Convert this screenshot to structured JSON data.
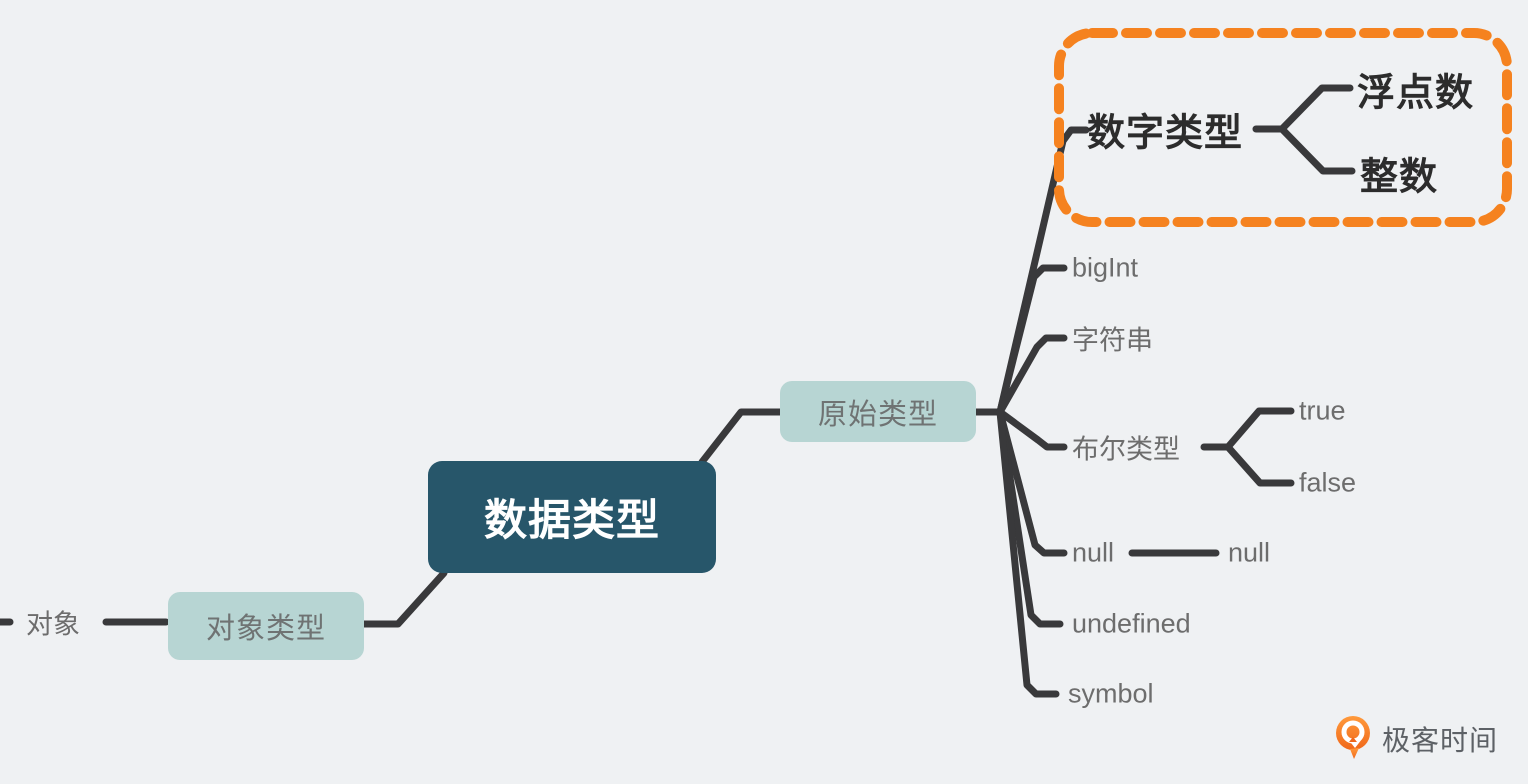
{
  "palette": {
    "background": "#eff1f3",
    "root_fill": "#27566a",
    "root_text": "#ffffff",
    "branch_fill": "#b7d5d3",
    "branch_text": "#6f7373",
    "leaf_text": "#6d6d6d",
    "emphasis_text": "#2c2c2c",
    "connector": "#39393b",
    "highlight_border": "#f5821f"
  },
  "nodes": {
    "root": {
      "label": "数据类型"
    },
    "primitive": {
      "label": "原始类型"
    },
    "object_type": {
      "label": "对象类型"
    },
    "object_leaf": {
      "label": "对象"
    },
    "number": {
      "label": "数字类型"
    },
    "float": {
      "label": "浮点数"
    },
    "integer": {
      "label": "整数"
    },
    "bigint": {
      "label": "bigInt"
    },
    "string": {
      "label": "字符串"
    },
    "boolean": {
      "label": "布尔类型"
    },
    "bool_true": {
      "label": "true"
    },
    "bool_false": {
      "label": "false"
    },
    "null_key": {
      "label": "null"
    },
    "null_value": {
      "label": "null"
    },
    "undefined": {
      "label": "undefined"
    },
    "symbol": {
      "label": "symbol"
    }
  },
  "watermark": {
    "label": "极客时间"
  }
}
